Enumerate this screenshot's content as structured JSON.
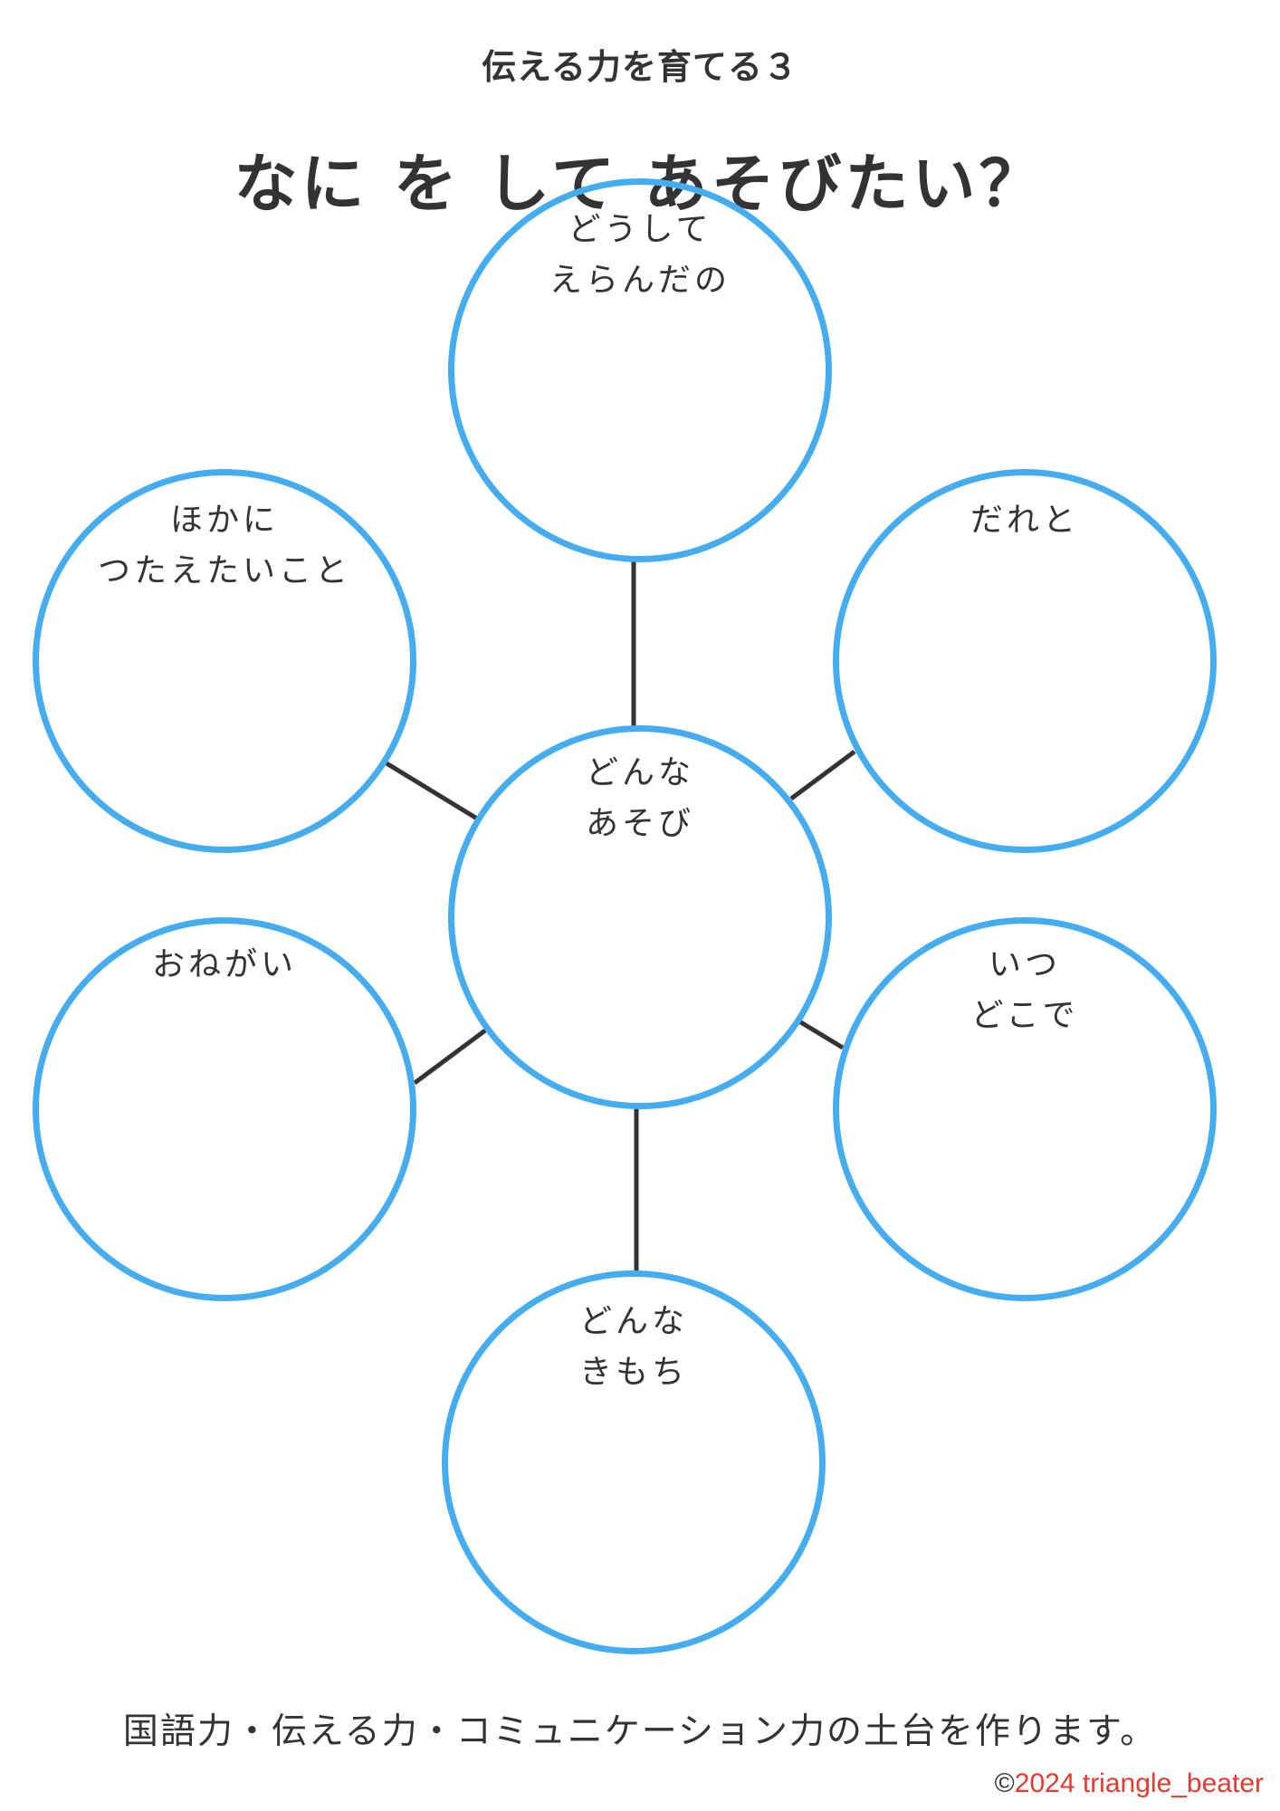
{
  "header": {
    "subtitle": "伝える力を育てる３",
    "title": "なに を して あそびたい？"
  },
  "diagram": {
    "colors": {
      "circle_stroke": "#45adef",
      "connector": "#333333"
    },
    "center": {
      "id": "what-play",
      "label": "どんな\nあそび"
    },
    "bubbles": [
      {
        "id": "why-chose",
        "position": "top",
        "label": "どうして\nえらんだの"
      },
      {
        "id": "with-whom",
        "position": "upper-right",
        "label": "だれと"
      },
      {
        "id": "when-where",
        "position": "lower-right",
        "label": "いつ\nどこで"
      },
      {
        "id": "feeling",
        "position": "bottom",
        "label": "どんな\nきもち"
      },
      {
        "id": "request",
        "position": "lower-left",
        "label": "おねがい"
      },
      {
        "id": "other-things",
        "position": "upper-left",
        "label": "ほかに\nつたえたいこと"
      }
    ]
  },
  "footer": {
    "text": "国語力・伝える力・コミュニケーション力の土台を作ります。",
    "copyright_mark": "©",
    "copyright_owner": "2024 triangle_beater",
    "copyright_color": "#e53a2f"
  }
}
